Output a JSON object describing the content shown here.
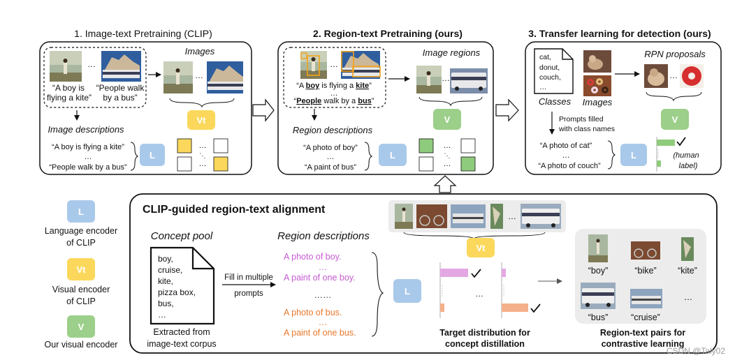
{
  "panels": {
    "p1": {
      "title": "1. Image-text Pretraining (CLIP)",
      "images_label": "Images",
      "caption1_line1": "“A boy is",
      "caption1_line2": "flying a kite”",
      "caption2_line1": "“People walk",
      "caption2_line2": "by a bus”",
      "ellipsis": "…",
      "desc_label": "Image descriptions",
      "desc1": "“A boy is flying a kite”",
      "desc_dots": "…",
      "desc2": "“People walk by a bus”",
      "encoder_L": "L",
      "encoder_Vt": "Vt"
    },
    "p2": {
      "title": "2. Region-text Pretraining (ours)",
      "images_label": "Image regions",
      "caption1_pre": "“A ",
      "caption1_b1": "boy",
      "caption1_mid": " is flying a ",
      "caption1_b2": "kite",
      "caption1_post": "”",
      "caption_dots": "…",
      "caption2_pre": "“",
      "caption2_b1": "People",
      "caption2_mid": " walk by a ",
      "caption2_b2": "bus",
      "caption2_post": "”",
      "desc_label": "Region descriptions",
      "desc1": "“A photo of boy”",
      "desc_dots": "…",
      "desc2": "“A paint of bus”",
      "encoder_L": "L",
      "encoder_V": "V"
    },
    "p3": {
      "title": "3. Transfer learning for detection (ours)",
      "classes_list": [
        "cat,",
        "donut,",
        "couch,",
        "…"
      ],
      "classes_label": "Classes",
      "images_label": "Images",
      "rpn_label": "RPN proposals",
      "prompts_line1": "Prompts filled",
      "prompts_line2": "with class names",
      "desc1": "“A photo of cat”",
      "desc_dots": "…",
      "desc2": "“A photo of couch”",
      "human_line1": "(human",
      "human_line2": "label)",
      "encoder_L": "L",
      "encoder_V": "V"
    }
  },
  "legend": [
    {
      "symbol": "L",
      "line1": "Language encoder",
      "line2": "of CLIP",
      "color": "#a9c9ea"
    },
    {
      "symbol": "Vt",
      "line1": "Visual encoder",
      "line2": "of CLIP",
      "color": "#fbd85b"
    },
    {
      "symbol": "V",
      "line1": "Our visual encoder",
      "line2": "",
      "color": "#9ccf8a"
    }
  ],
  "bottom": {
    "title": "CLIP-guided region-text alignment",
    "concept_pool_label": "Concept pool",
    "concepts": [
      "boy,",
      "cruise,",
      "kite,",
      "pizza box,",
      "bus,",
      "…"
    ],
    "extracted_line1": "Extracted from",
    "extracted_line2": "image-text corpus",
    "fill_line1": "Fill in multiple",
    "fill_line2": "prompts",
    "region_desc_label": "Region descriptions",
    "prompts": [
      {
        "text": "A photo of boy.",
        "color": "#c65bd1"
      },
      {
        "text": "…",
        "color": "#c65bd1"
      },
      {
        "text": "A paint of one boy.",
        "color": "#c65bd1"
      },
      {
        "text": "……",
        "color": "#333333"
      },
      {
        "text": "A photo of bus.",
        "color": "#e8782c"
      },
      {
        "text": "…",
        "color": "#e8782c"
      },
      {
        "text": "A paint of one bus.",
        "color": "#e8782c"
      }
    ],
    "encoder_L": "L",
    "encoder_Vt": "Vt",
    "dots": "…",
    "target_line1": "Target distribution for",
    "target_line2": "concept distillation",
    "pairs": [
      {
        "label": "“boy”"
      },
      {
        "label": "“bike”"
      },
      {
        "label": "“kite”"
      },
      {
        "label": "“bus”"
      },
      {
        "label": "“cruise”"
      },
      {
        "label": "…"
      }
    ],
    "pairs_line1": "Region-text pairs for",
    "pairs_line2": "contrastive learning"
  },
  "watermark": "CSDN @Taly02",
  "colors": {
    "L": "#a9c9ea",
    "Vt": "#fbd85b",
    "V": "#9ccf8a",
    "yellow_cell": "#fbd85b",
    "green_cell": "#8fcb7c",
    "pink_bar": "#e3a8e3",
    "orange_bar": "#f4b08a",
    "green_bar": "#8fcb7c"
  }
}
